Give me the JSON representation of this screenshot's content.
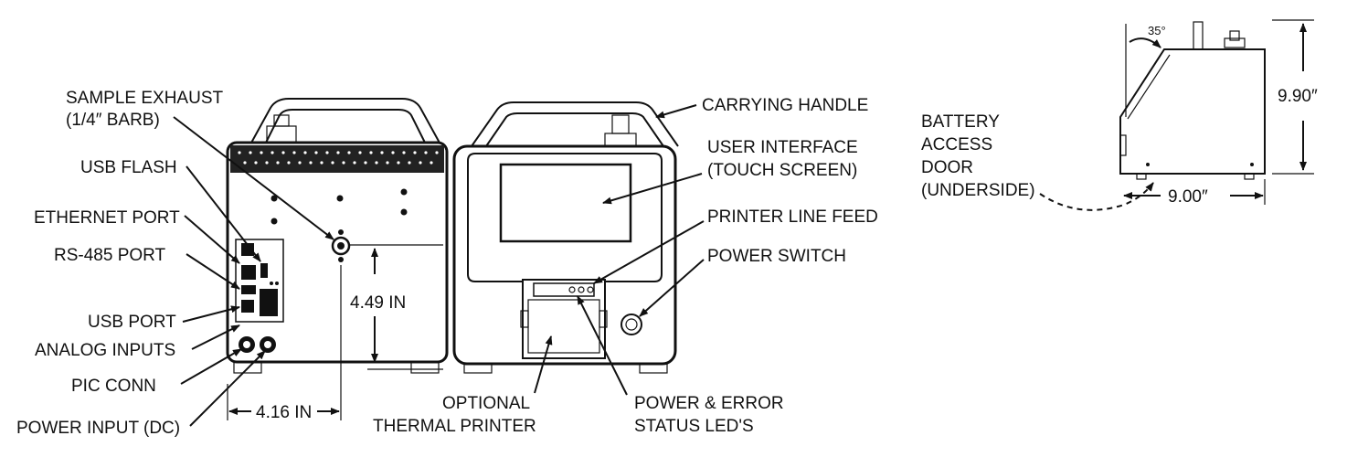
{
  "rear_view": {
    "labels": {
      "sample_exhaust_1": "SAMPLE EXHAUST",
      "sample_exhaust_2": "(1/4″ BARB)",
      "usb_flash": "USB FLASH",
      "ethernet_port": "ETHERNET PORT",
      "rs485_port": "RS-485 PORT",
      "usb_port": "USB PORT",
      "analog_inputs": "ANALOG INPUTS",
      "pic_conn": "PIC CONN",
      "power_input": "POWER INPUT (DC)"
    },
    "dimensions": {
      "height": "4.49 IN",
      "width": "4.16 IN"
    }
  },
  "front_view": {
    "labels": {
      "carrying_handle": "CARRYING HANDLE",
      "user_interface_1": "USER INTERFACE",
      "user_interface_2": "(TOUCH SCREEN)",
      "printer_line_feed": "PRINTER LINE FEED",
      "power_switch": "POWER SWITCH",
      "optional_printer_1": "OPTIONAL",
      "optional_printer_2": "THERMAL PRINTER",
      "power_error_1": "POWER & ERROR",
      "power_error_2": "STATUS LED'S"
    }
  },
  "side_view": {
    "labels": {
      "battery_1": "BATTERY",
      "battery_2": "ACCESS",
      "battery_3": "DOOR",
      "battery_4": "(UNDERSIDE)"
    },
    "dimensions": {
      "angle": "35°",
      "height": "9.90″",
      "width": "9.00″"
    }
  }
}
